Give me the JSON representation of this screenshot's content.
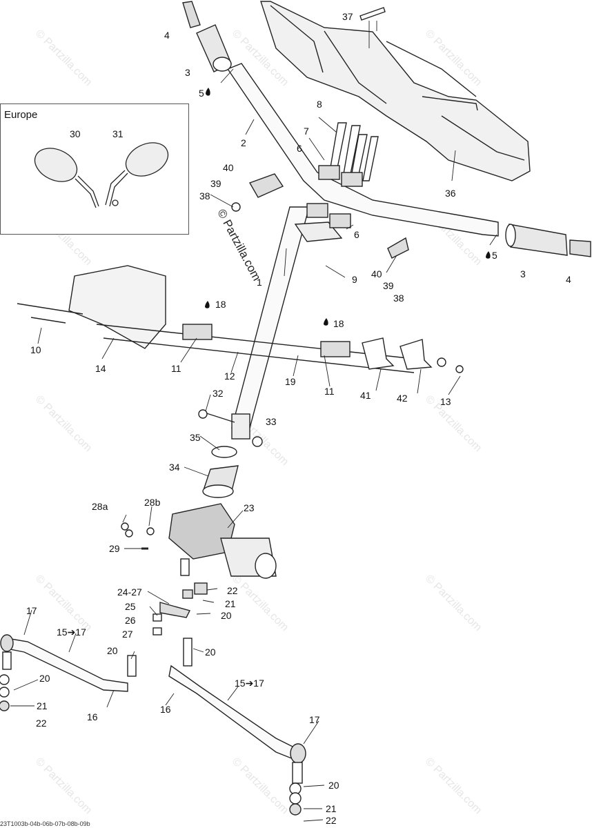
{
  "watermark": "© Partzilla.com",
  "brand_text": "© Partzilla.com",
  "inset": {
    "title": "Europe"
  },
  "footer_code": "23T1003b-04b-06b-07b-08b-09b",
  "callouts": {
    "c1": "1",
    "c2": "2",
    "c3a": "3",
    "c3b": "3",
    "c4a": "4",
    "c4b": "4",
    "c5a": "5",
    "c5b": "5",
    "c6a": "6",
    "c6b": "6",
    "c7": "7",
    "c8": "8",
    "c9": "9",
    "c10": "10",
    "c11a": "11",
    "c11b": "11",
    "c12": "12",
    "c13": "13",
    "c14": "14",
    "c15a": "15➔17",
    "c15b": "15➔17",
    "c16a": "16",
    "c16b": "16",
    "c17a": "17",
    "c17b": "17",
    "c18a": "18",
    "c18b": "18",
    "c19": "19",
    "c20a": "20",
    "c20b": "20",
    "c20c": "20",
    "c20d": "20",
    "c20e": "20",
    "c21a": "21",
    "c21b": "21",
    "c21c": "21",
    "c22a": "22",
    "c22b": "22",
    "c22c": "22",
    "c23": "23",
    "c24": "24-27",
    "c25": "25",
    "c26": "26",
    "c27": "27",
    "c28a": "28a",
    "c28b": "28b",
    "c29": "29",
    "c30": "30",
    "c31": "31",
    "c32": "32",
    "c33": "33",
    "c34": "34",
    "c35": "35",
    "c36": "36",
    "c37": "37",
    "c38a": "38",
    "c38b": "38",
    "c39a": "39",
    "c39b": "39",
    "c40a": "40",
    "c40b": "40",
    "c41": "41",
    "c42": "42"
  }
}
